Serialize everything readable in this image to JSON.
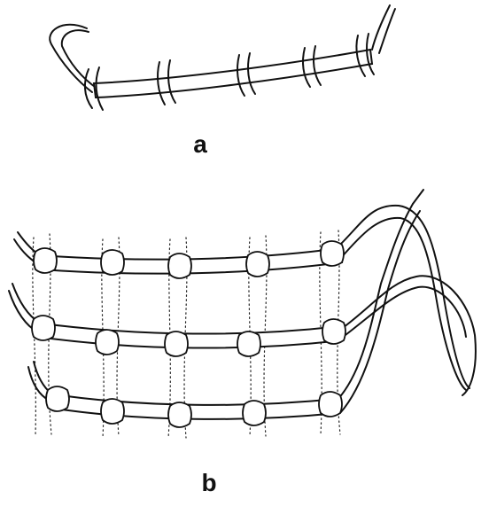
{
  "figure": {
    "panels": [
      {
        "id": "a",
        "label": "a"
      },
      {
        "id": "b",
        "label": "b"
      }
    ],
    "colors": {
      "line": "#111111",
      "background": "#ffffff"
    }
  }
}
